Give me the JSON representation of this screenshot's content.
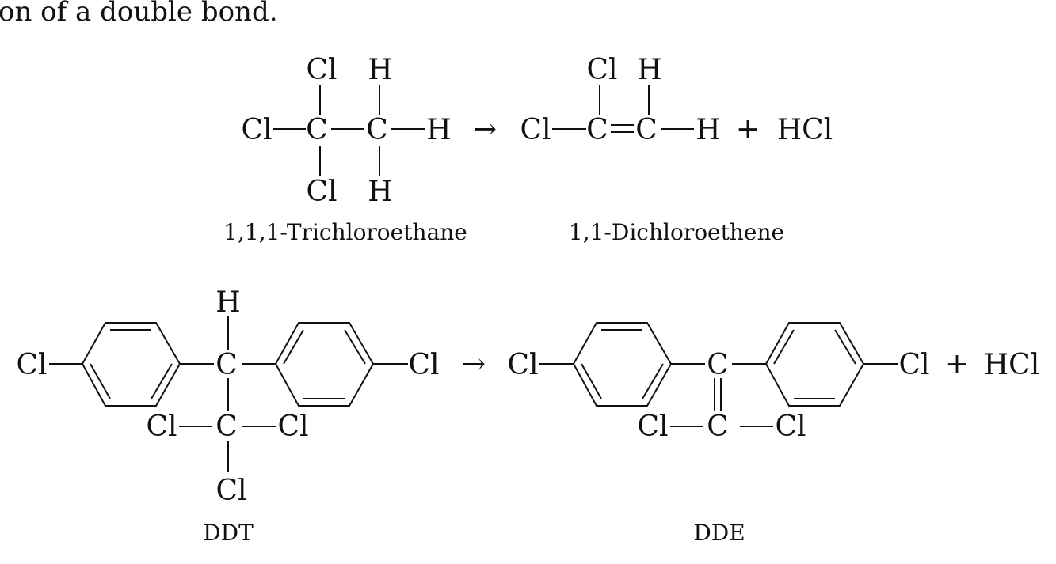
{
  "intro_text": "on of a double bond.",
  "reaction1": {
    "reactant_name": "1,1,1-Trichloroethane",
    "product_name": "1,1-Dichloroethene",
    "arrow": "→",
    "plus": "+",
    "byproduct": "HCl"
  },
  "reaction2": {
    "reactant_name": "DDT",
    "product_name": "DDE",
    "arrow": "→",
    "plus": "+",
    "byproduct": "HCl"
  },
  "atoms": {
    "cl": "Cl",
    "c": "C",
    "h": "H"
  }
}
